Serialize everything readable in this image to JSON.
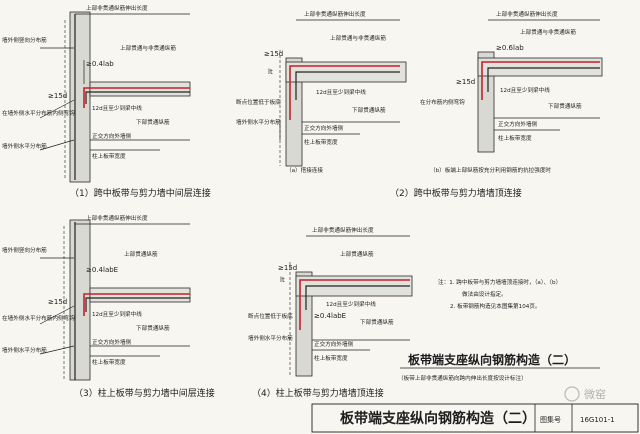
{
  "figures": {
    "f1": {
      "caption": "（1）跨中板带与剪力墙中间层连接",
      "labels": [
        "上部非贯通纵筋伸出长度",
        "墙外侧竖向分布筋",
        "上部贯通与非贯通纵筋",
        "≥0.4lab",
        "≥15d",
        "12d且至少到梁中线",
        "在墙外侧水平分布筋内侧弯钩",
        "下部贯通纵筋",
        "墙外侧水平分布筋",
        "正交方向外墙侧",
        "柱上板带宽度"
      ]
    },
    "f2": {
      "caption": "（2）跨中板带与剪力墙墙顶连接",
      "sub_a": "（a）搭接连接",
      "sub_b": "（b）板端上部纵筋按充分利用钢筋的抗拉强度时",
      "labels_a": [
        "上部非贯通纵筋伸出长度",
        "上部贯通与非贯通纵筋",
        "≥15d",
        "12d且至少到梁中线",
        "lt",
        "断点位置低于板底",
        "下部贯通纵筋",
        "墙外侧水平分布筋",
        "正交方向外墙侧",
        "柱上板带宽度"
      ],
      "labels_b": [
        "上部非贯通纵筋伸出长度",
        "上部贯通与非贯通纵筋",
        "≥0.6lab",
        "≥15d",
        "12d且至少到梁中线",
        "在分布筋内侧弯钩",
        "下部贯通纵筋",
        "正交方向外墙侧",
        "柱上板带宽度"
      ]
    },
    "f3": {
      "caption": "（3）柱上板带与剪力墙中间层连接",
      "labels": [
        "上部非贯通纵筋伸出长度",
        "墙外侧竖向分布筋",
        "上部贯通纵筋",
        "≥0.4labE",
        "≥15d",
        "12d且至少到梁中线",
        "在墙外侧水平分布筋内侧弯钩",
        "下部贯通纵筋",
        "墙外侧水平分布筋",
        "正交方向外墙侧",
        "柱上板带宽度"
      ]
    },
    "f4": {
      "caption": "（4）柱上板带与剪力墙墙顶连接",
      "labels": [
        "上部非贯通纵筋伸出长度",
        "上部贯通纵筋",
        "≥15d",
        "12d且至少到梁中线",
        "lt",
        "断点位置低于板底",
        "≥0.4labE",
        "下部贯通纵筋",
        "墙外侧水平分布筋",
        "正交方向外墙侧",
        "柱上板带宽度"
      ]
    }
  },
  "notes": {
    "line1": "注：1. 跨中板带与剪力墙墙顶连接时，（a）、（b）",
    "line2": "做法由设计指定。",
    "line3": "2. 板带钢筋构造见本图集第104页。"
  },
  "section_title": "板带端支座纵向钢筋构造（二）",
  "section_subtitle": "（板带上部非贯通纵筋向跨内伸出长度按设计标注）",
  "title_block": {
    "title": "板带端支座纵向钢筋构造（二）",
    "atlas_label": "图集号",
    "atlas_no": "16G101-1"
  },
  "watermark": "微窑",
  "colors": {
    "rebar": "#c8202a",
    "paper": "#f7f6f1"
  }
}
